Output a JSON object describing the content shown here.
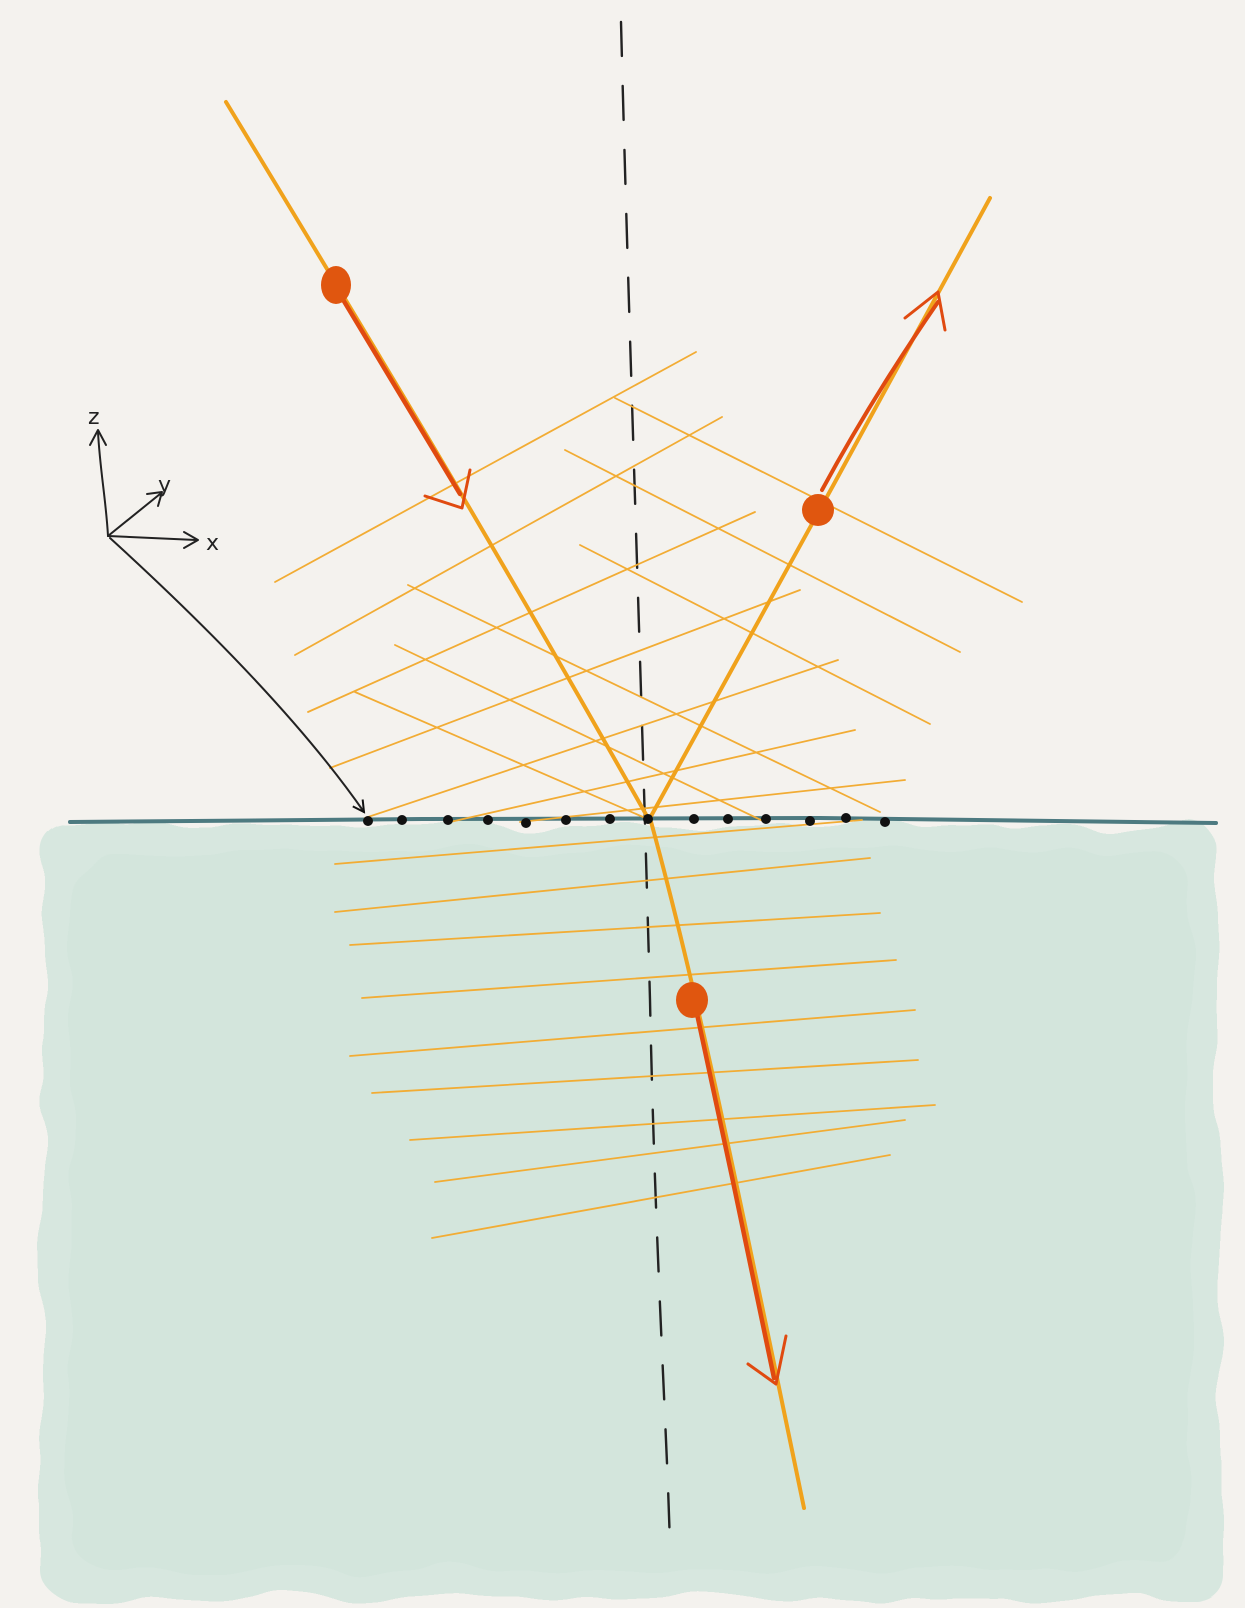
{
  "diagram": {
    "axes": {
      "z_label": "z",
      "y_label": "y",
      "x_label": "x"
    },
    "colors": {
      "background": "#f4f2ee",
      "medium": "#d6e7df",
      "interface": "#4d7a80",
      "wavefront": "#f0a21c",
      "ray": "#f0a21c",
      "ray_highlight": "#e04a10",
      "dot": "#e0560f",
      "normal": "#222222",
      "interface_dots": "#111111"
    },
    "rays": [
      "incident",
      "reflected",
      "transmitted"
    ],
    "icons": [
      "coordinate-axes-icon",
      "arrowhead-icon",
      "particle-dot-icon"
    ]
  }
}
